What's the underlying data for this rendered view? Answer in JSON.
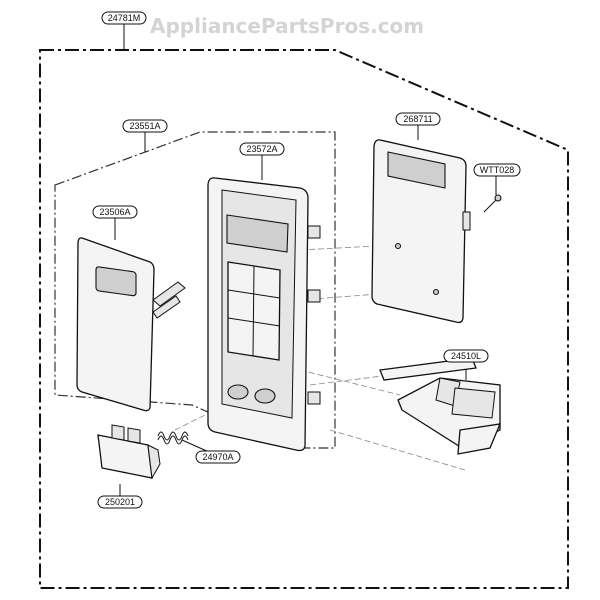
{
  "watermark": "AppliancePartsPros.com",
  "callouts": {
    "assembly": "24781M",
    "control_panel": "23551A",
    "panel_frame": "23572A",
    "membrane": "23506A",
    "pcb": "268711",
    "screw": "WTT028",
    "latch_lever": "24510L",
    "spring": "24970A",
    "door_button": "250201"
  }
}
